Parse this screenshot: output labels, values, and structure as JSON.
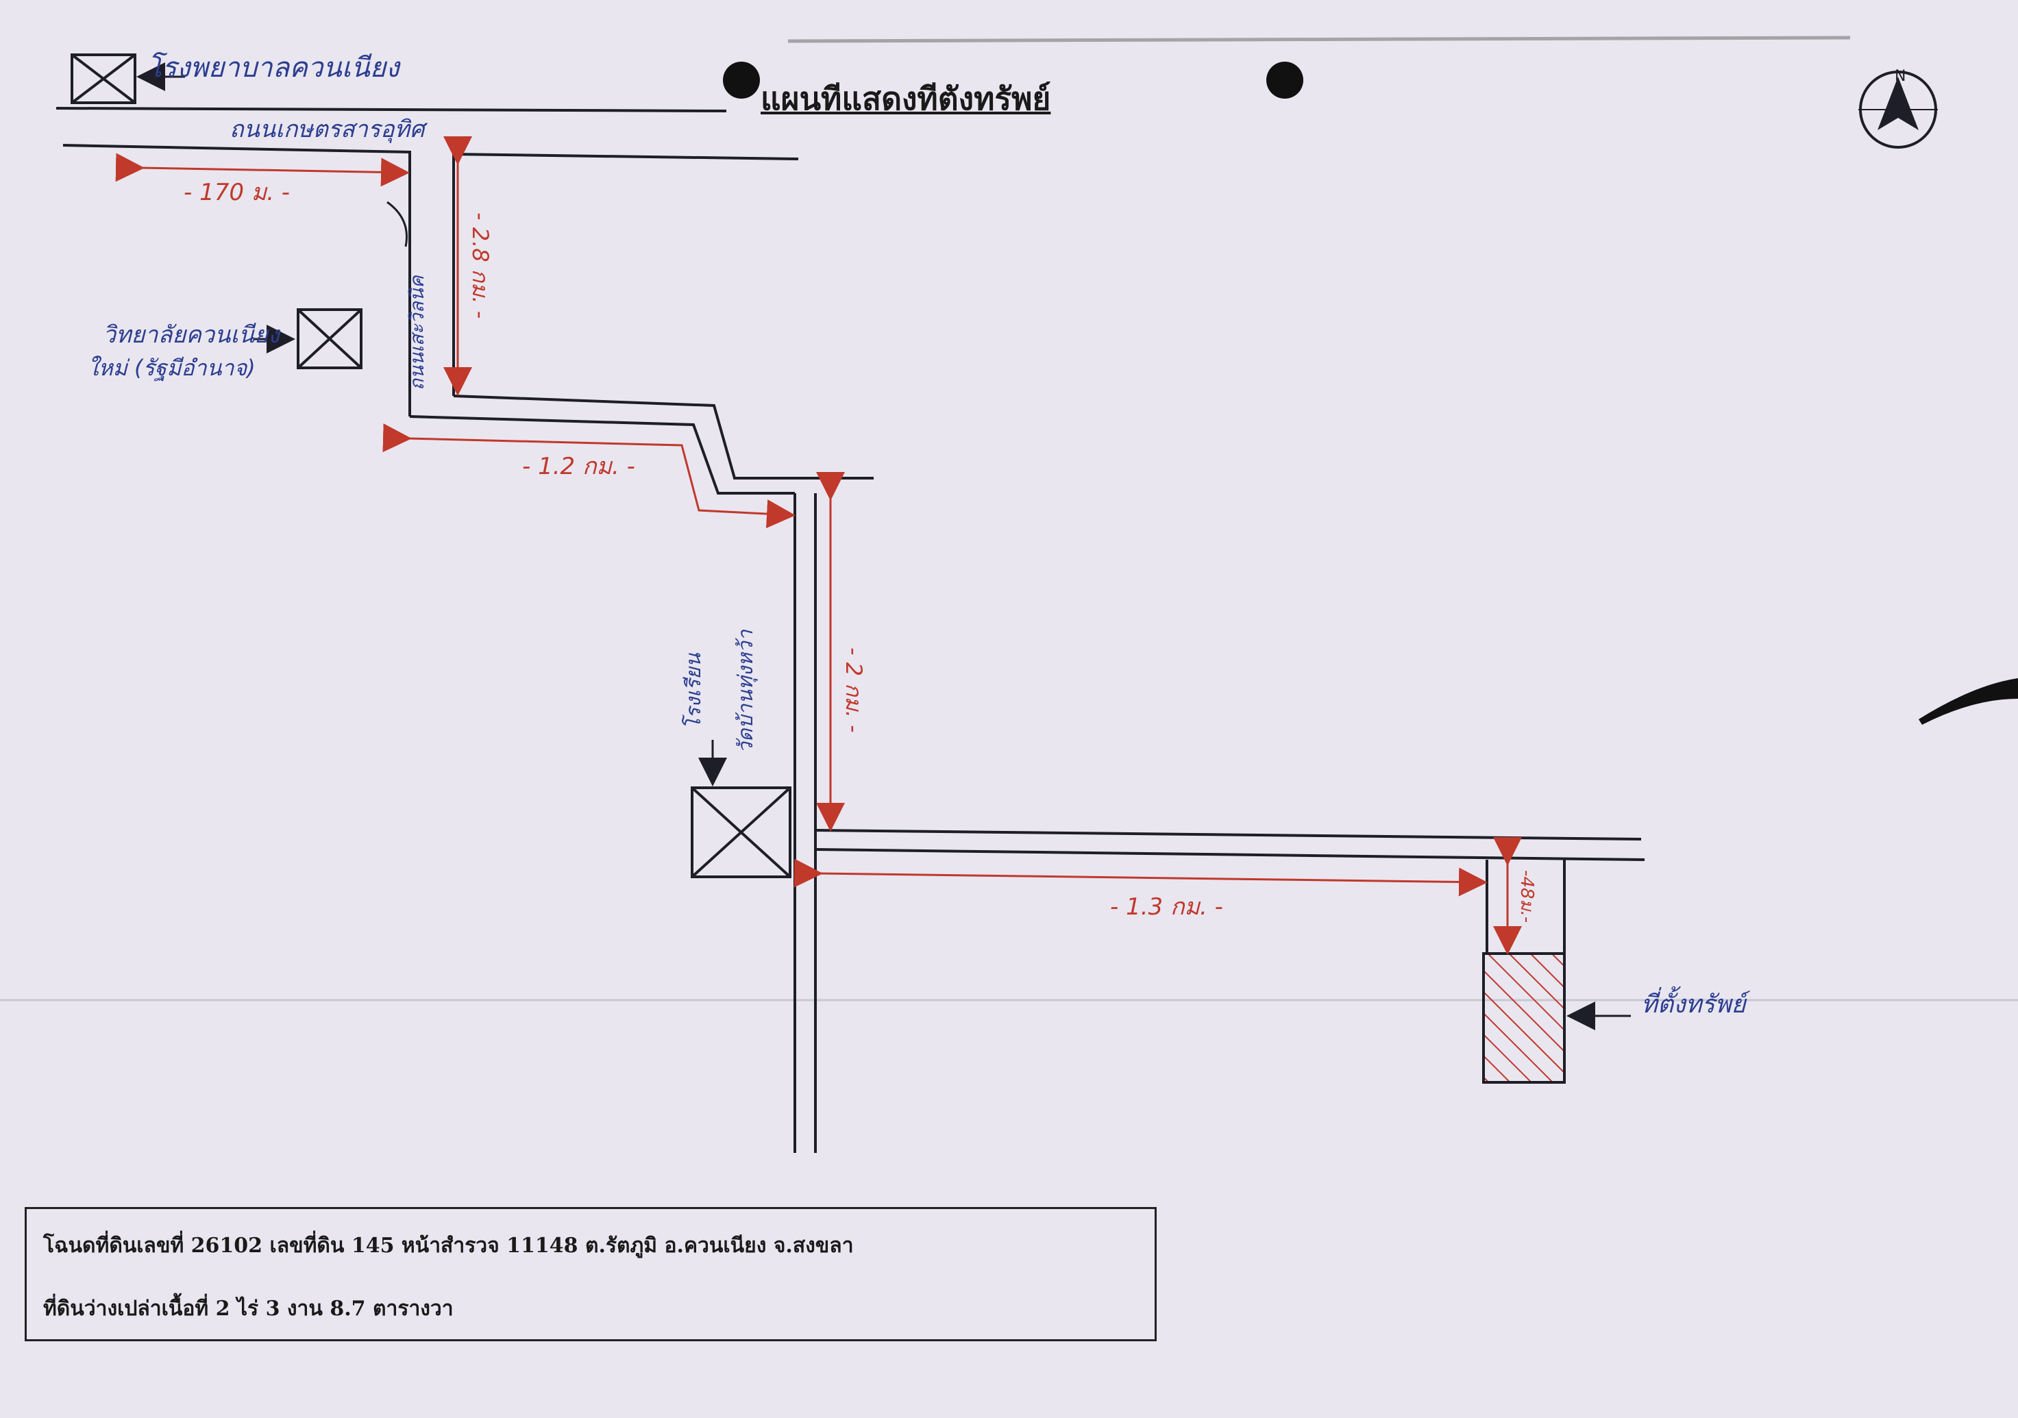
{
  "title": "แผนทีแสดงทีตังทรัพย์",
  "labels": {
    "hospital": "โรงพยาบาลควนเนียง",
    "main_road": "ถนนเกษตรสารอุทิศ",
    "side_road": "ถนนเสะวิลนิค",
    "school": "วิทยาลัยควนเนียง",
    "school_sub": "ใหม่ (รัฐมีอำนาจ)",
    "temple": "โรงเรียน",
    "temple_sub": "วัดบ้านทุ่งหว้า",
    "property": "ที่ตั้งทรัพย์"
  },
  "distances": {
    "d1": "- 170 ม. -",
    "d2": "- 2.8 กม. -",
    "d3": "- 1.2 กม. -",
    "d4": "- 2 กม. -",
    "d5": "- 1.3 กม. -",
    "d6": "-48ม.-"
  },
  "info": {
    "line1": "โฉนดที่ดินเลขที่ 26102 เลขที่ดิน 145 หน้าสำรวจ 11148 ต.รัตภูมิ อ.ควนเนียง จ.สงขลา",
    "line2": "ที่ดินว่างเปล่าเนื้อที่ 2 ไร่ 3 งาน 8.7 ตารางวา"
  },
  "compass": "N",
  "colors": {
    "ink": "#1e1e28",
    "red": "#c0392b",
    "blue": "#2c3e8f"
  }
}
